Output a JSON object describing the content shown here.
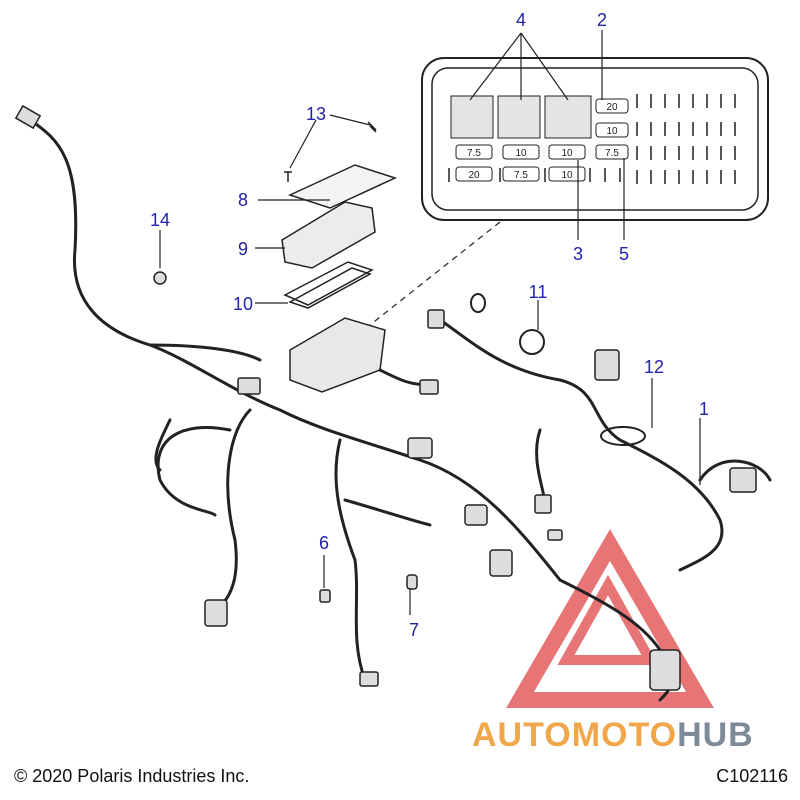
{
  "callouts": {
    "c1": "1",
    "c2": "2",
    "c3": "3",
    "c4": "4",
    "c5": "5",
    "c6": "6",
    "c7": "7",
    "c8": "8",
    "c9": "9",
    "c10": "10",
    "c11": "11",
    "c12": "12",
    "c13": "13",
    "c14": "14"
  },
  "fuses": {
    "top_right_1": "20",
    "top_right_2": "10",
    "mid_1": "7.5",
    "mid_2": "10",
    "mid_3": "10",
    "mid_4": "7.5",
    "low_1": "20",
    "low_2": "7.5",
    "low_3": "10"
  },
  "footer": {
    "copyright": "© 2020 Polaris Industries Inc.",
    "diagram_code": "C102116"
  },
  "watermark": {
    "part_a": "AUTOMOTO",
    "part_b": "HUB"
  },
  "colors": {
    "callout": "#2222aa",
    "line": "#222222",
    "watermark_red": "#e04848",
    "watermark_orange": "#f2a64a",
    "watermark_gray": "#7f8a98"
  }
}
